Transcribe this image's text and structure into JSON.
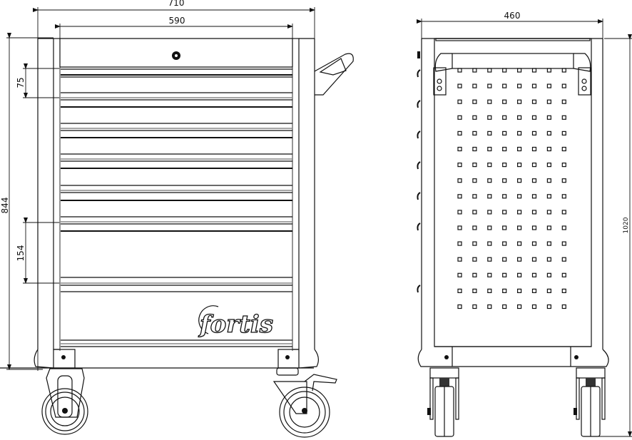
{
  "drawing": {
    "front_view": {
      "dimensions": {
        "overall_width": "710",
        "inner_width": "590",
        "height": "844",
        "drawer_small": "75",
        "drawer_large": "154"
      },
      "drawer_count": 7,
      "logo": "fortis"
    },
    "side_view": {
      "dimensions": {
        "depth": "460",
        "total_height": "1020"
      },
      "perforation_grid": {
        "columns": 8,
        "rows": 16
      }
    }
  }
}
